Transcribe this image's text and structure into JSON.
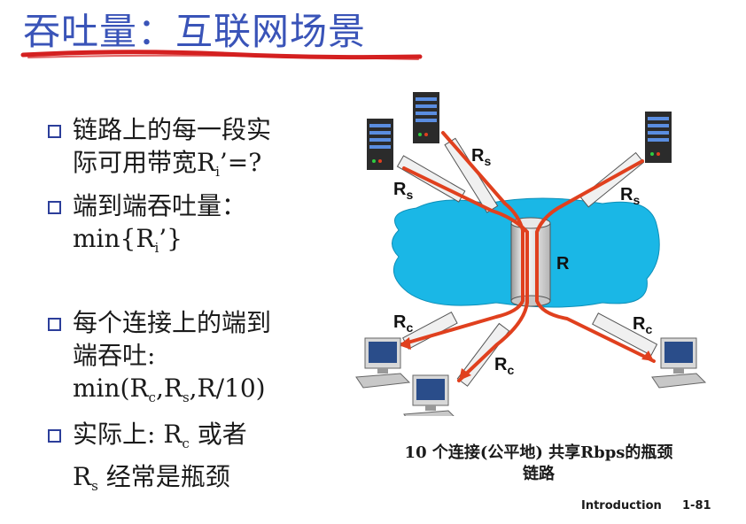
{
  "title": "吞吐量：互联网场景",
  "bullets": [
    {
      "lines": [
        {
          "parts": [
            "链路上的每一段实"
          ]
        },
        {
          "parts": [
            "际可用带宽R",
            "i",
            "’=?"
          ]
        }
      ]
    },
    {
      "lines": [
        {
          "parts": [
            "端到端吞吐量："
          ]
        },
        {
          "parts": [
            "min{R",
            "i",
            "’}"
          ]
        }
      ]
    },
    {
      "lines": [
        {
          "parts": [
            "每个连接上的端到"
          ]
        },
        {
          "parts": [
            "端吞吐:"
          ]
        },
        {
          "parts": [
            "min(R",
            "c",
            ",R",
            "s",
            ",R/10)"
          ]
        }
      ]
    },
    {
      "lines": [
        {
          "parts": [
            "实际上: R",
            "c",
            " 或者"
          ]
        },
        {
          "parts": [
            "R",
            "s",
            " 经常是瓶颈"
          ]
        }
      ]
    }
  ],
  "diagram": {
    "link_labels": {
      "rs_top": {
        "main": "R",
        "sub": "s"
      },
      "rs_left": {
        "main": "R",
        "sub": "s"
      },
      "rs_right": {
        "main": "R",
        "sub": "s"
      },
      "r_core": {
        "main": "R",
        "sub": ""
      },
      "rc_left": {
        "main": "R",
        "sub": "c"
      },
      "rc_mid": {
        "main": "R",
        "sub": "c"
      },
      "rc_right": {
        "main": "R",
        "sub": "c"
      }
    },
    "icons": [
      "server-icon",
      "server-icon",
      "server-icon",
      "desktop-computer-icon",
      "desktop-computer-icon",
      "desktop-computer-icon"
    ],
    "colors": {
      "cloud": "#1ab7e6",
      "flow": "#e0401e",
      "server": "#2b2b2b"
    }
  },
  "caption": {
    "line1": "10 个连接(公平地) 共享Rbps的瓶颈",
    "line2": "链路"
  },
  "footer": {
    "section": "Introduction",
    "page": "1-81"
  }
}
